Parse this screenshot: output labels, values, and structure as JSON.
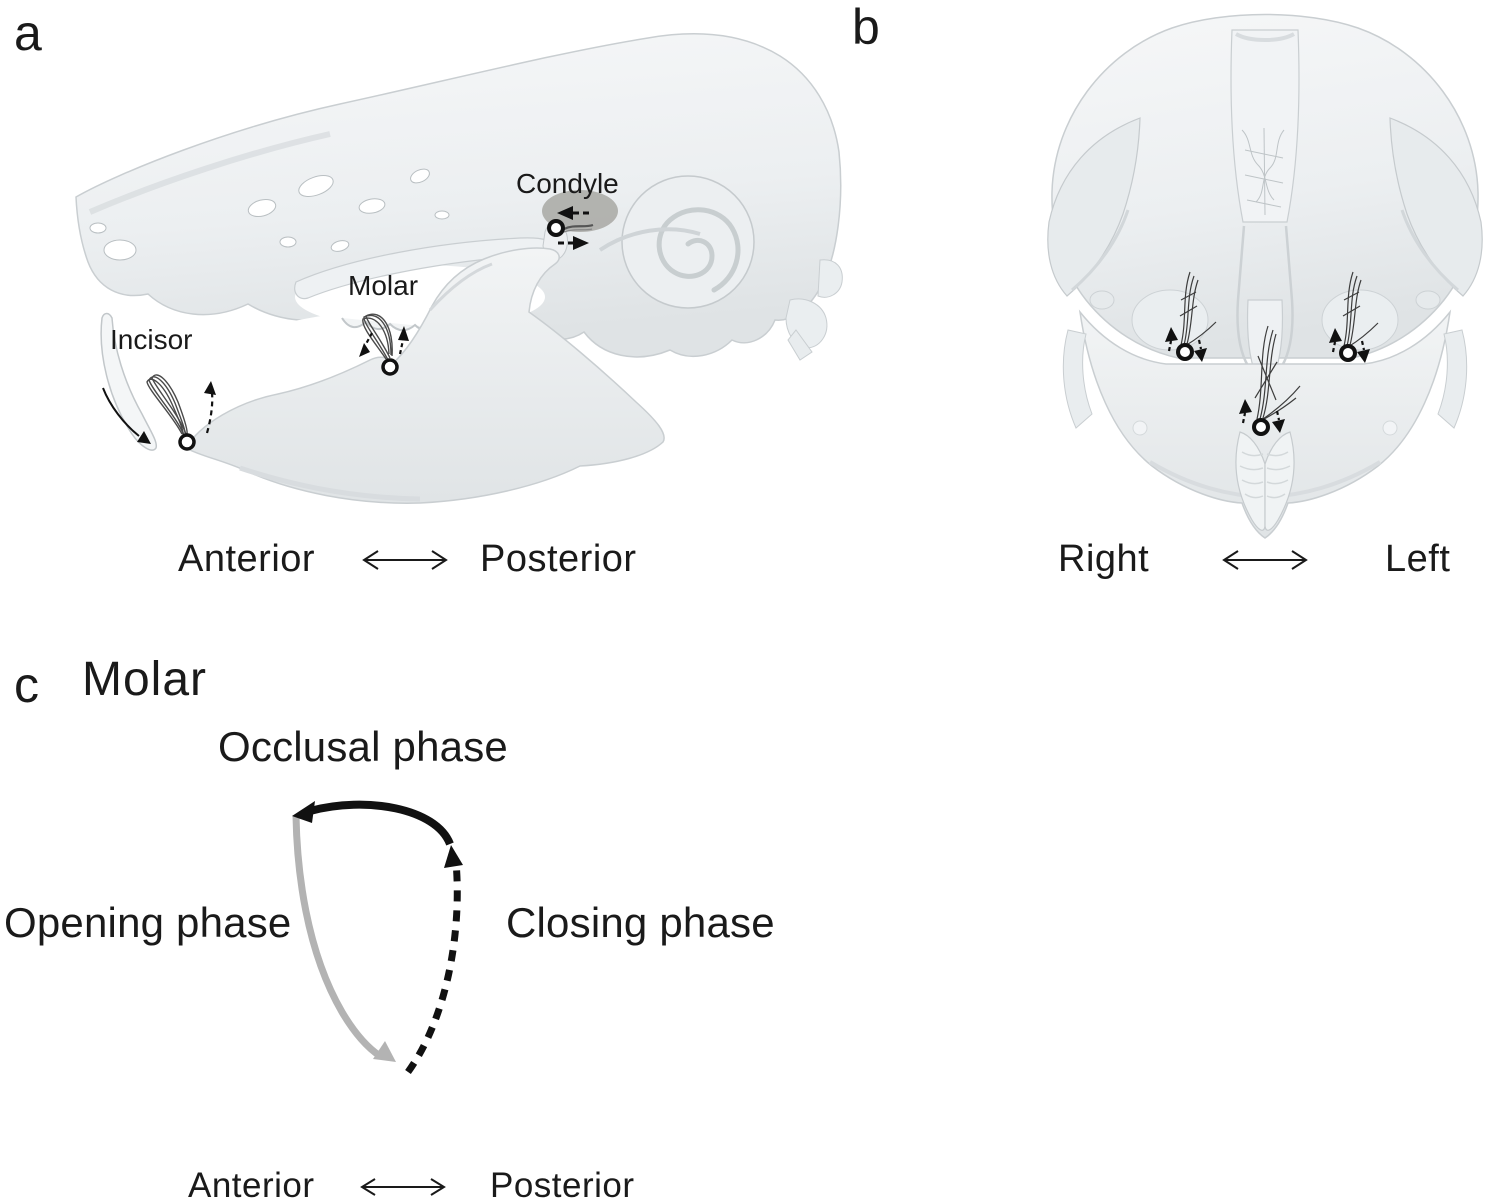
{
  "figure": {
    "panels": {
      "a": {
        "label": "a",
        "view": "lateral skull render",
        "annotations": {
          "incisor": "Incisor",
          "molar": "Molar",
          "condyle": "Condyle"
        },
        "axis": {
          "left": "Anterior",
          "right": "Posterior"
        }
      },
      "b": {
        "label": "b",
        "view": "frontal skull render",
        "axis": {
          "left": "Right",
          "right": "Left"
        }
      },
      "c": {
        "label": "c",
        "title": "Molar",
        "phase_labels": {
          "occlusal": "Occlusal phase",
          "opening": "Opening phase",
          "closing": "Closing phase"
        },
        "axis": {
          "left": "Anterior",
          "right": "Posterior"
        }
      }
    },
    "icons": {
      "marker": "open-circle-trajectory-origin",
      "axis_arrow": "double-headed-arrow",
      "motion_arrows": "small-solid-arrowheads-with-dashed-tails"
    },
    "colors": {
      "text": "#1a1a1a",
      "occlusal_arrow": "#111111",
      "closing_arrow": "#111111",
      "opening_arrow": "#b3b3b3",
      "skull_light": "#f3f5f6",
      "skull_shade": "#dfe3e5",
      "skull_outline": "#c9ced1",
      "condyle_shadow": "#a8a8a3",
      "marker_fill": "#ffffff",
      "marker_stroke": "#111111"
    }
  }
}
